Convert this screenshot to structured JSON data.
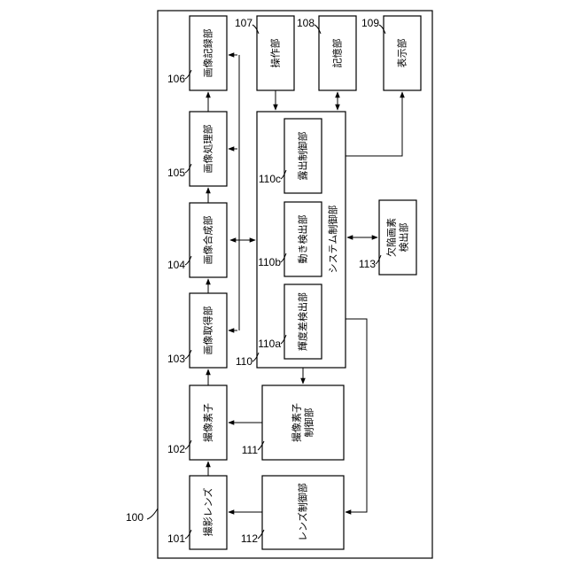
{
  "diagram": {
    "ref_numbers": {
      "device": "100",
      "lens": "101",
      "sensor": "102",
      "acquire": "103",
      "composite": "104",
      "process": "105",
      "record": "106",
      "operation": "107",
      "storage": "108",
      "display": "109",
      "system": "110",
      "sub_a": "110a",
      "sub_b": "110b",
      "sub_c": "110c",
      "sensor_ctrl": "111",
      "lens_ctrl": "112",
      "defect": "113"
    },
    "labels": {
      "lens": "撮影レンズ",
      "sensor": "撮像素子",
      "acquire": "画像取得部",
      "composite": "画像合成部",
      "process": "画像処理部",
      "record": "画像記録部",
      "operation": "操作部",
      "storage": "記憶部",
      "display": "表示部",
      "system": "システム制御部",
      "sub_a": "輝度差検出部",
      "sub_b": "動き検出部",
      "sub_c": "露出制御部",
      "sensor_ctrl_1": "撮像素子",
      "sensor_ctrl_2": "制御部",
      "lens_ctrl": "レンズ制御部",
      "defect_1": "欠陥画素",
      "defect_2": "検出部"
    }
  }
}
